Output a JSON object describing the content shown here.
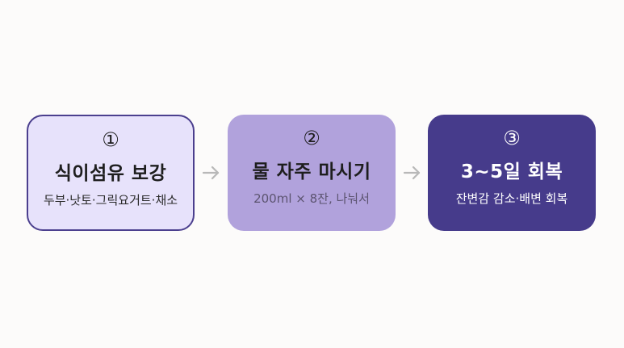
{
  "steps": [
    {
      "number": "①",
      "title": "식이섬유 보강",
      "subtitle": "두부·낫토·그릭요거트·채소",
      "fill_color": "#e7e2fb",
      "border_color": "#4b3f8e"
    },
    {
      "number": "②",
      "title": "물 자주 마시기",
      "subtitle": "200ml × 8잔, 나눠서",
      "fill_color": "#b1a2dc"
    },
    {
      "number": "③",
      "title": "3~5일 회복",
      "subtitle": "잔변감 감소·배변 회복",
      "fill_color": "#463b8b"
    }
  ],
  "connectors": {
    "icon": "arrow-right-icon",
    "color": "#b8b8b8"
  }
}
